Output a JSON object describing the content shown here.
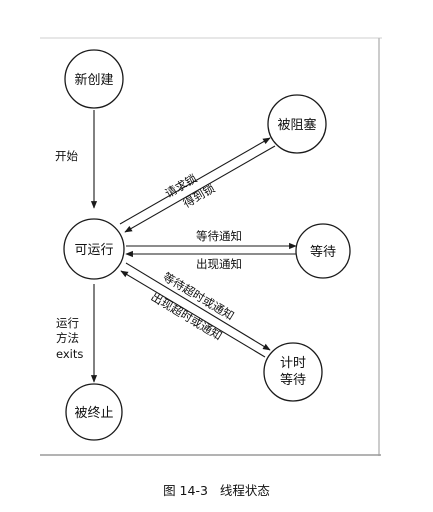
{
  "diagram": {
    "nodes": {
      "new": {
        "label": "新创建"
      },
      "runnable": {
        "label": "可运行"
      },
      "blocked": {
        "label": "被阻塞"
      },
      "waiting": {
        "label": "等待"
      },
      "timed_waiting": {
        "label_line1": "计时",
        "label_line2": "等待"
      },
      "terminated": {
        "label": "被终止"
      }
    },
    "edges": {
      "start": "开始",
      "request_lock": "请求锁",
      "get_lock": "得到锁",
      "wait_for_notify": "等待通知",
      "notify_appears": "出现通知",
      "wait_timeout_or_notify": "等待超时或通知",
      "timeout_or_notify_appears": "出现超时或通知",
      "run_method_line1": "运行",
      "run_method_line2": "方法",
      "run_method_line3": "exits"
    }
  },
  "caption": {
    "number": "图 14-3",
    "title": "线程状态"
  }
}
